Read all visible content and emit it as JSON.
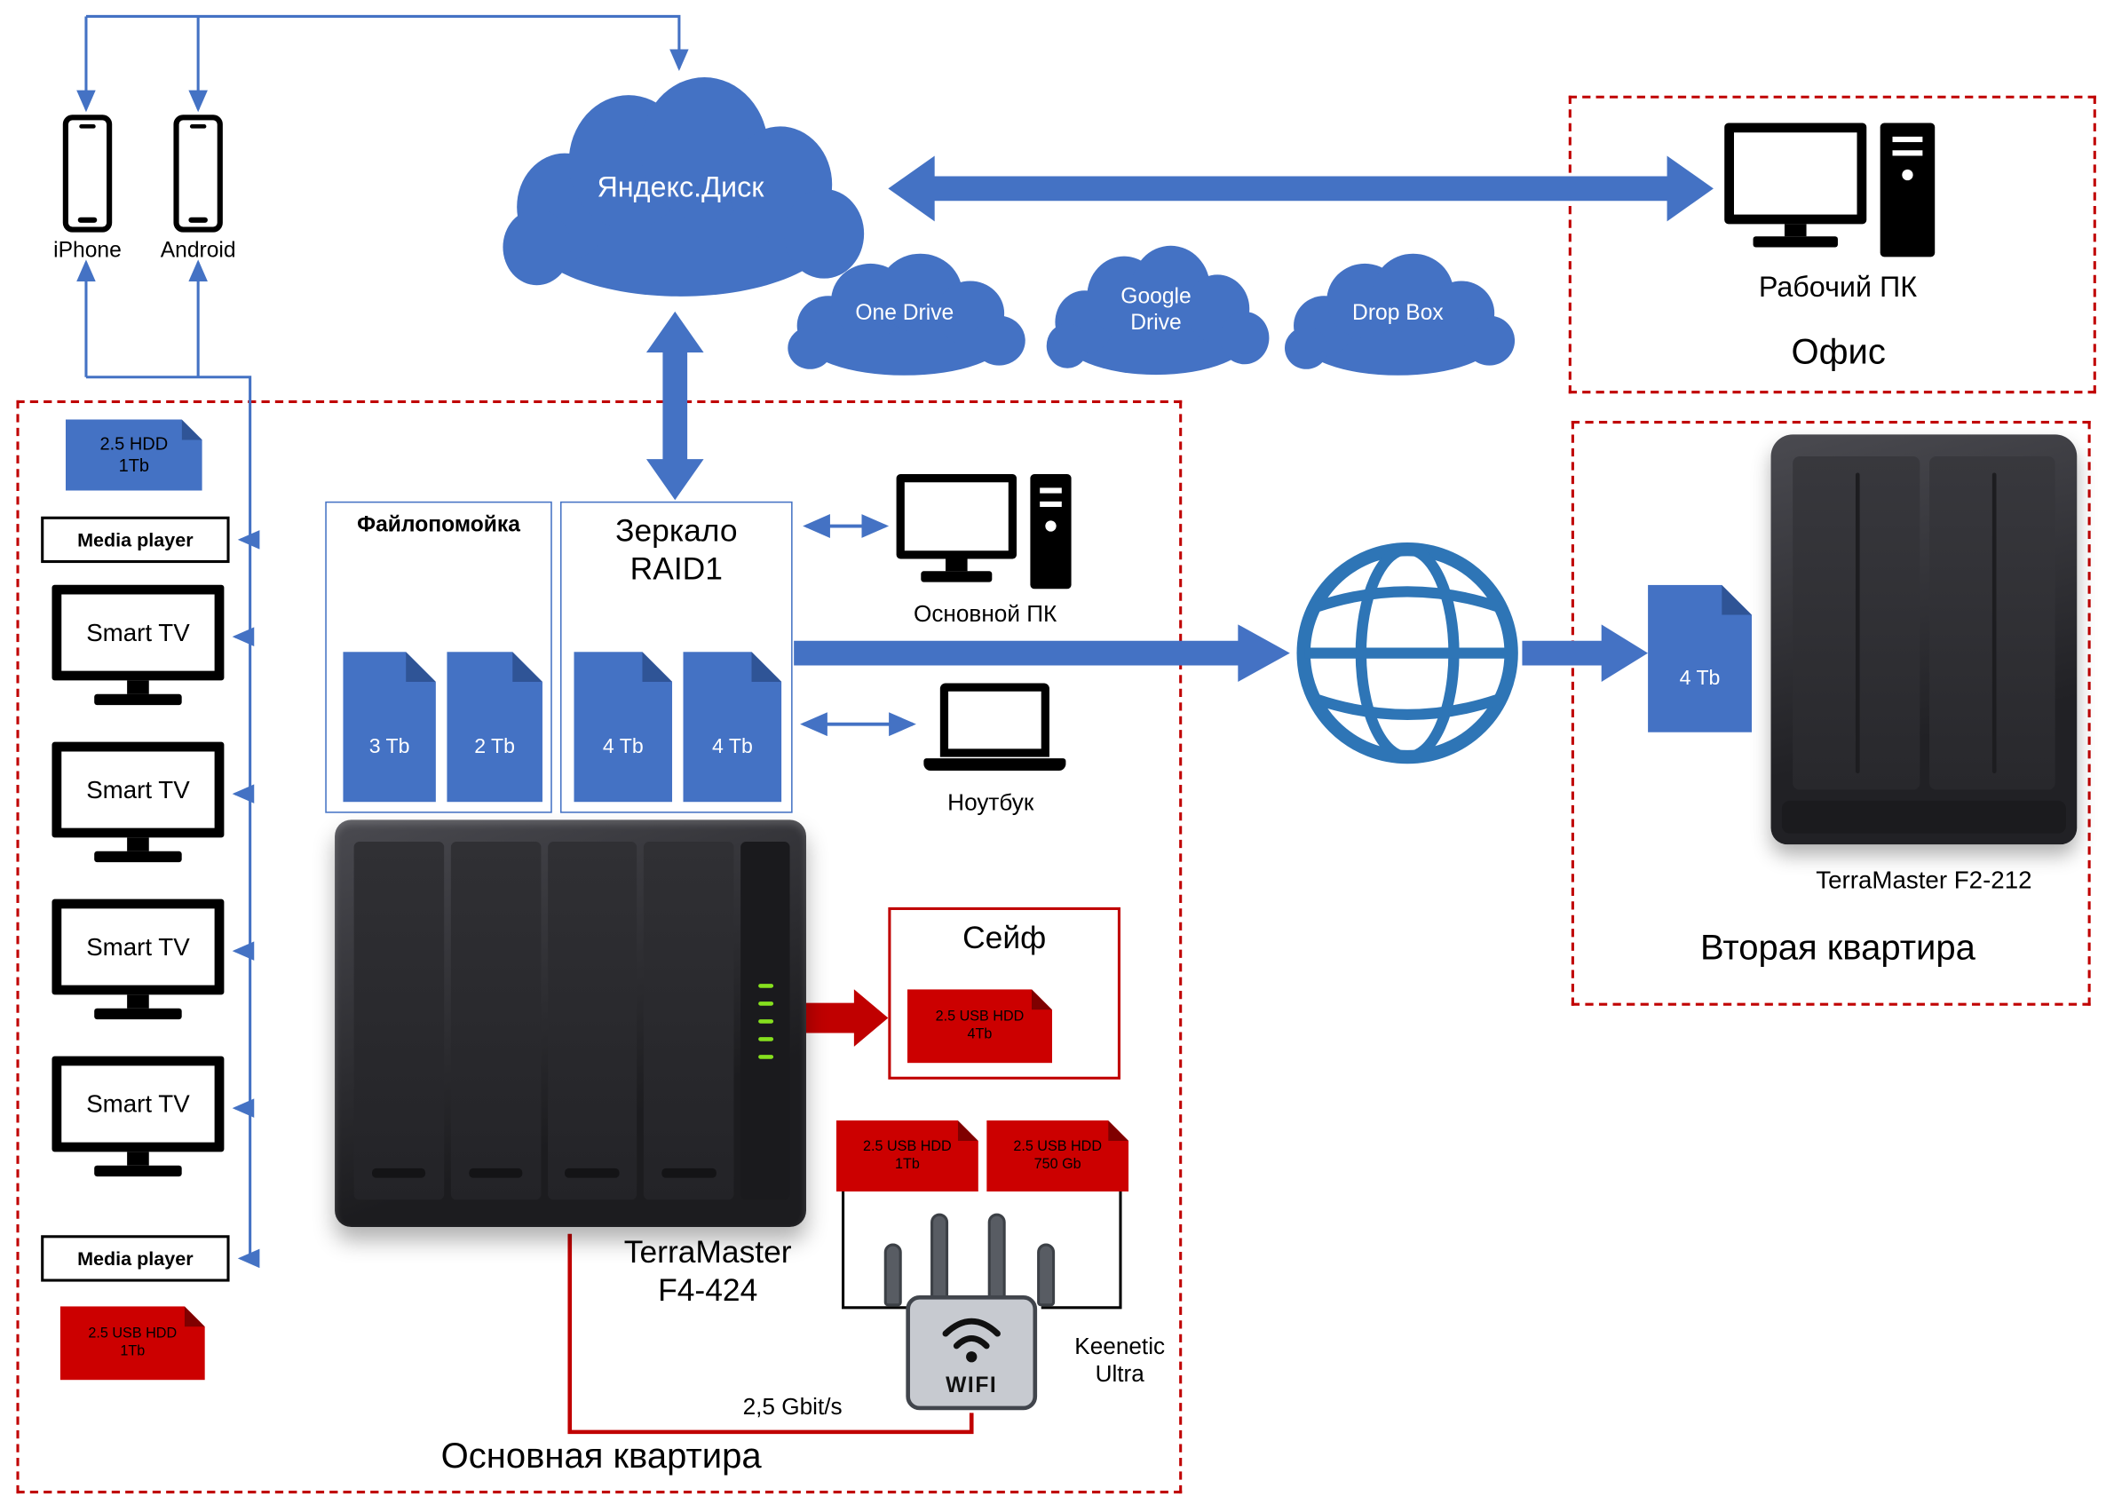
{
  "colors": {
    "diagram_blue": "#4472C4",
    "globe_blue": "#2E75B6",
    "boundary_red": "#C00000",
    "usb_drive_red": "#CC0000",
    "nas_dark": "#2A2A2E",
    "led_green": "#86E01E"
  },
  "mobile_devices": {
    "iphone_label": "iPhone",
    "android_label": "Android"
  },
  "clouds": {
    "yandex_label": "Яндекс.Диск",
    "onedrive_label": "One Drive",
    "google_line1": "Google",
    "google_line2": "Drive",
    "dropbox_label": "Drop Box"
  },
  "office": {
    "pc_label": "Рабочий ПК",
    "title": "Офис"
  },
  "main_apartment": {
    "title": "Основная квартира",
    "top_hdd": {
      "line1": "2.5 HDD",
      "line2": "1Tb"
    },
    "media_player_top_label": "Media player",
    "media_player_bottom_label": "Media player",
    "smart_tv_labels": [
      "Smart TV",
      "Smart TV",
      "Smart TV",
      "Smart TV"
    ],
    "bottom_usb_hdd": {
      "line1": "2.5 USB HDD",
      "line2": "1Tb"
    },
    "filedump": {
      "title": "Файлопомойка",
      "drive1_label": "3 Tb",
      "drive2_label": "2 Tb"
    },
    "raid_mirror": {
      "title_line1": "Зеркало",
      "title_line2": "RAID1",
      "drive1_label": "4 Tb",
      "drive2_label": "4 Tb"
    },
    "main_pc_label": "Основной ПК",
    "laptop_label": "Ноутбук",
    "nas": {
      "name_line1": "TerraMaster",
      "name_line2": "F4-424"
    },
    "safe": {
      "title": "Сейф",
      "usb_hdd": {
        "line1": "2.5 USB HDD",
        "line2": "4Tb"
      }
    },
    "router_usb_hdd_1": {
      "line1": "2.5 USB HDD",
      "line2": "1Tb"
    },
    "router_usb_hdd_2": {
      "line1": "2.5 USB HDD",
      "line2": "750 Gb"
    },
    "router": {
      "wifi_label": "WIFI",
      "name_line1": "Keenetic",
      "name_line2": "Ultra"
    },
    "link_speed_label": "2,5 Gbit/s"
  },
  "second_apartment": {
    "title": "Вторая квартира",
    "remote_drive_label": "4 Tb",
    "nas_label": "TerraMaster F2-212"
  }
}
